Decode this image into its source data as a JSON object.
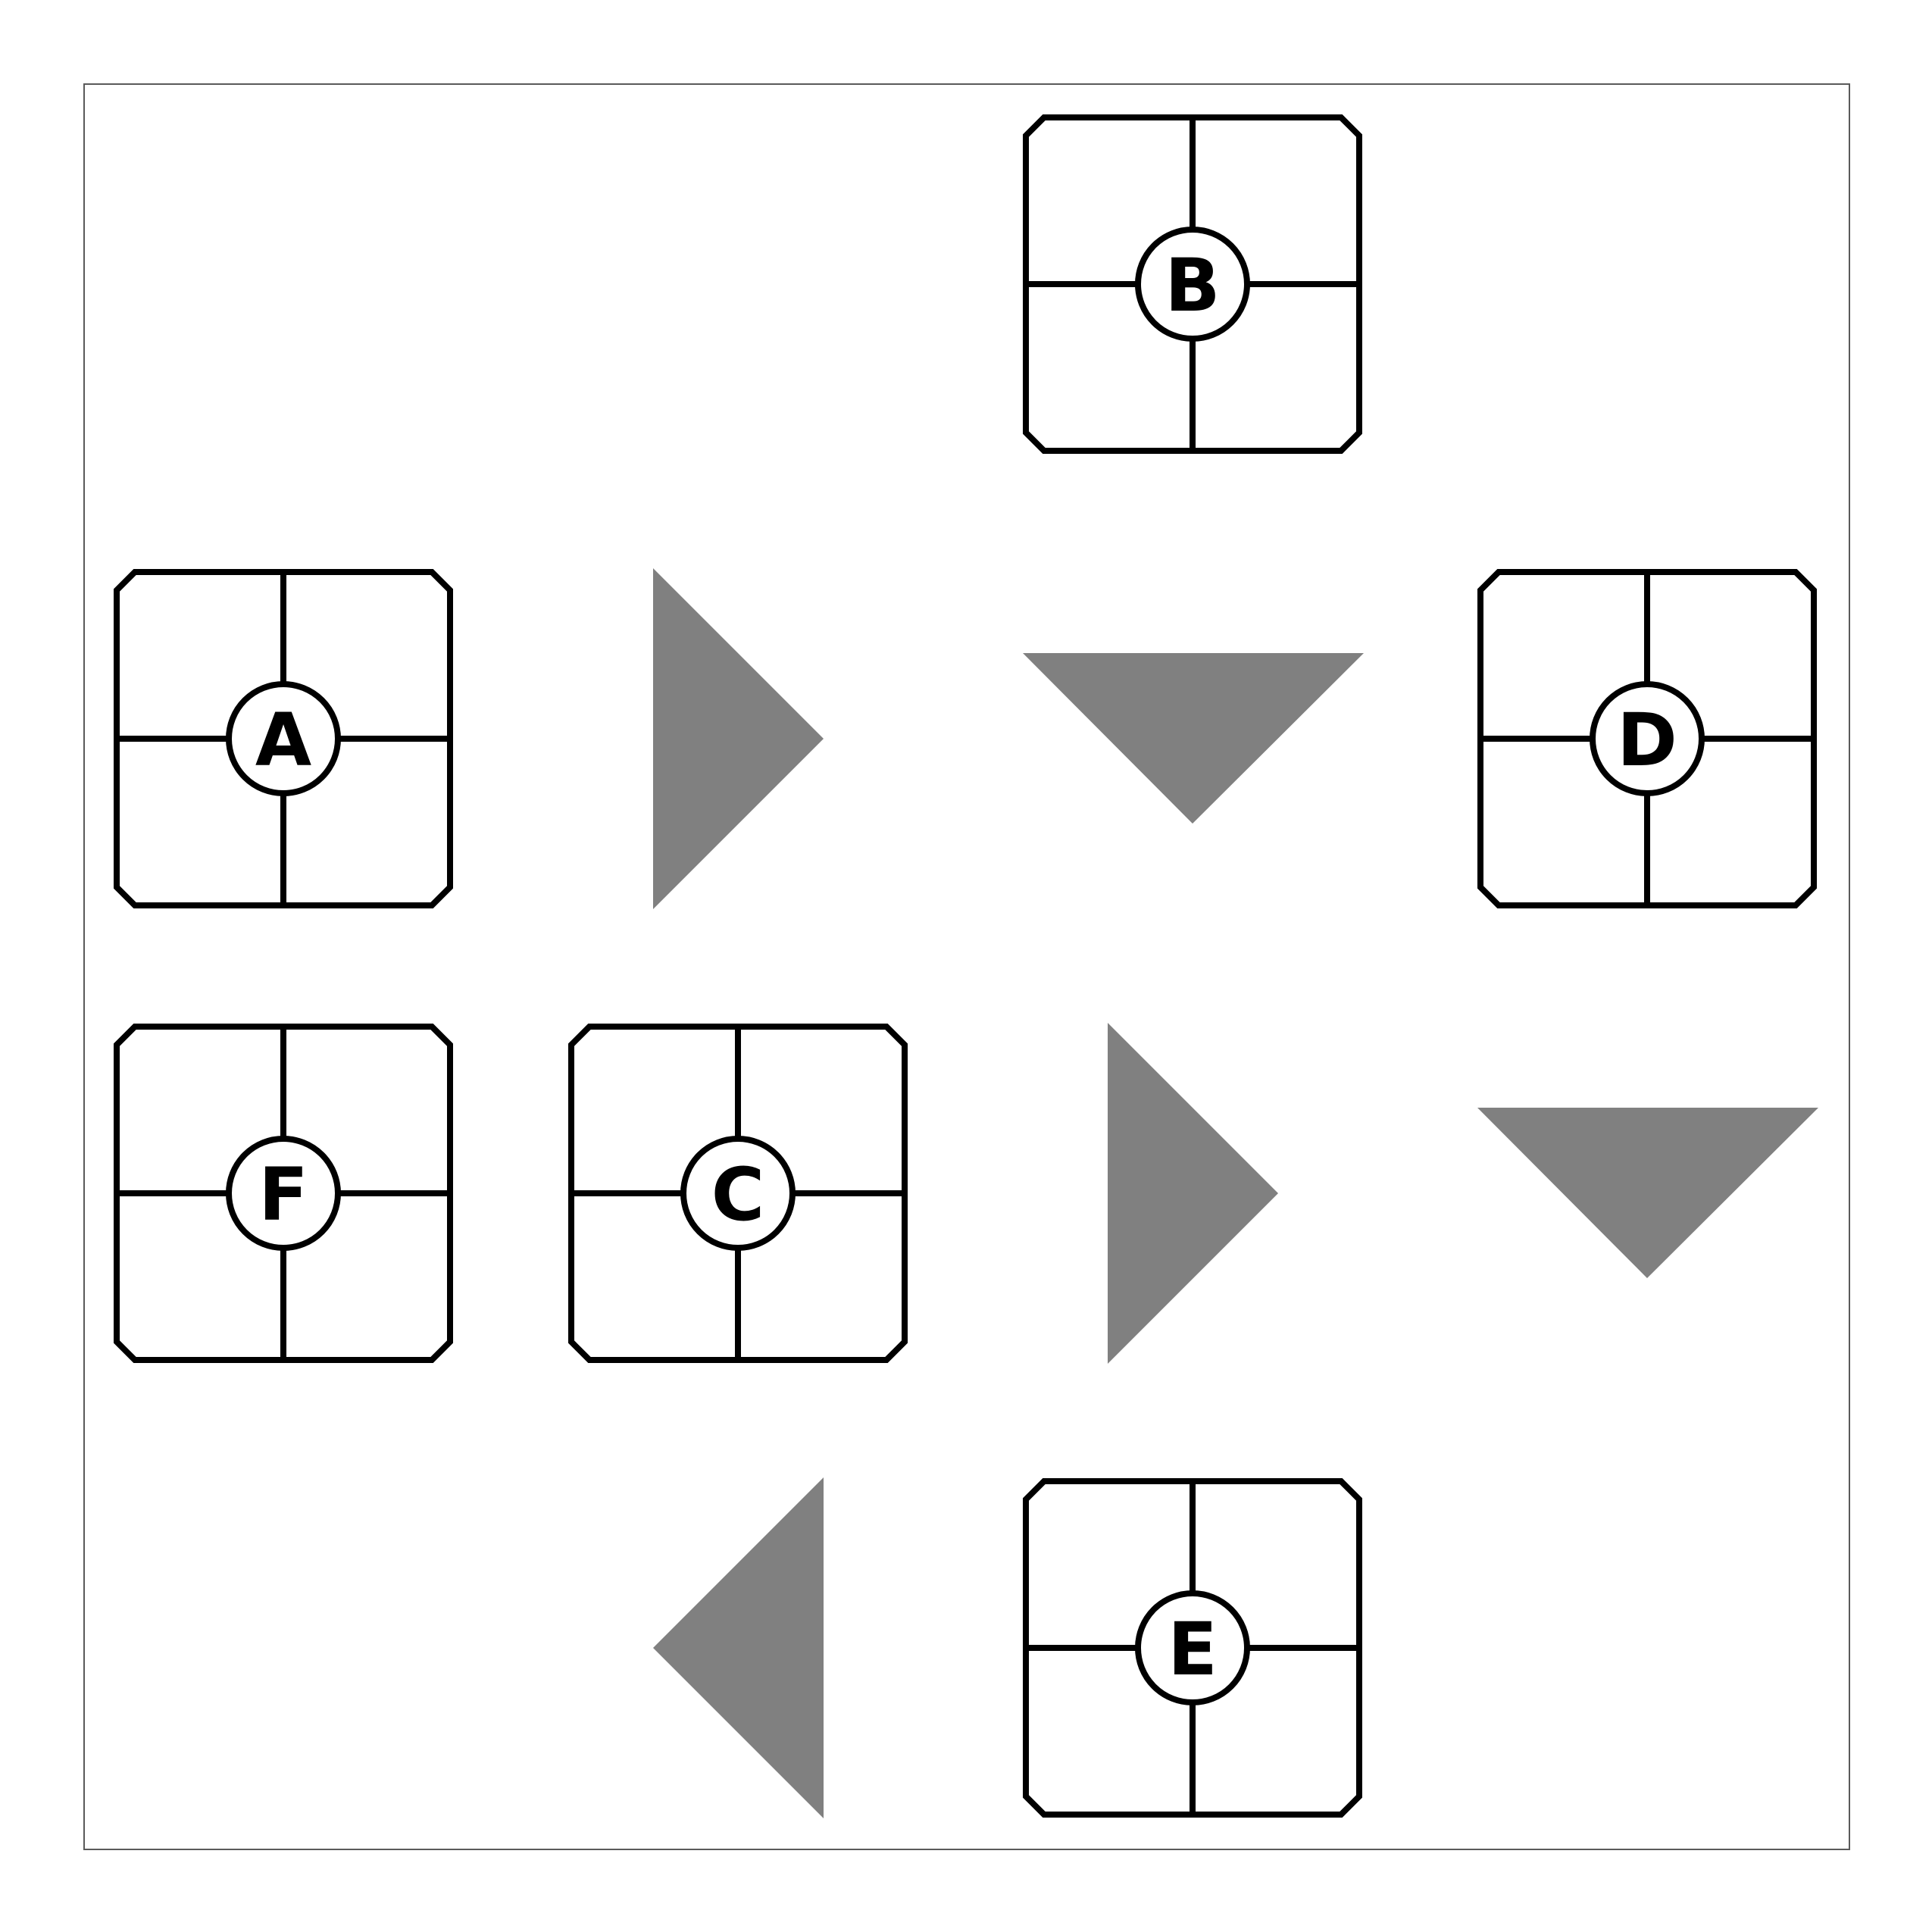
{
  "diagram": {
    "background_color": "#ffffff",
    "border_color": "#5a5a5a",
    "tile_stroke_color": "#000000",
    "arrow_color": "#808080",
    "tiles": [
      {
        "id": "B",
        "label": "B"
      },
      {
        "id": "A",
        "label": "A"
      },
      {
        "id": "D",
        "label": "D"
      },
      {
        "id": "F",
        "label": "F"
      },
      {
        "id": "C",
        "label": "C"
      },
      {
        "id": "E",
        "label": "E"
      }
    ],
    "arrows": [
      {
        "id": "arrow-1",
        "direction": "right"
      },
      {
        "id": "arrow-2",
        "direction": "down"
      },
      {
        "id": "arrow-3",
        "direction": "right"
      },
      {
        "id": "arrow-4",
        "direction": "down"
      },
      {
        "id": "arrow-5",
        "direction": "left"
      }
    ]
  }
}
